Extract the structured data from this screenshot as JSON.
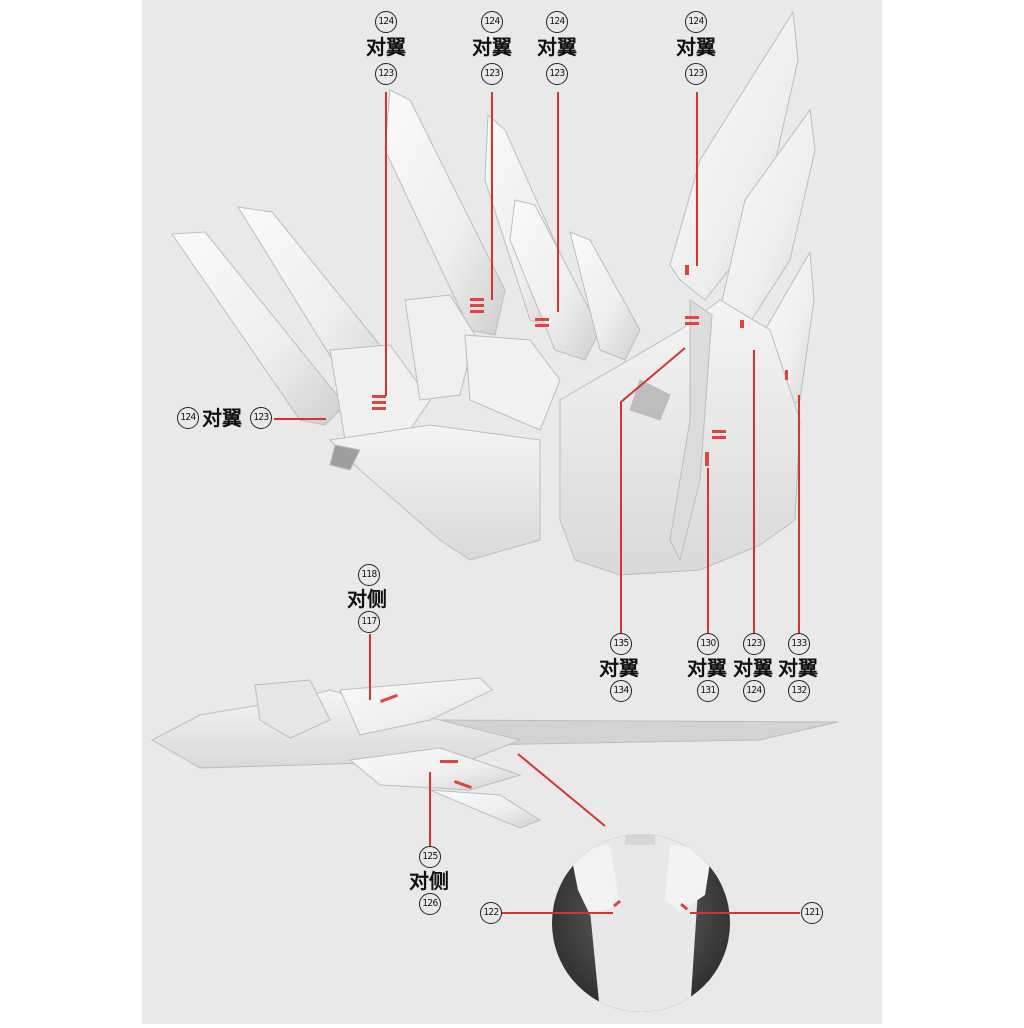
{
  "colors": {
    "background": "#e9e9ea",
    "callout_line": "#d8342c",
    "part": "#f2f2f2",
    "part_shadow": "#c9c9cb",
    "marking": "#e0453b"
  },
  "callouts": [
    {
      "id": "c1",
      "top": "124",
      "word": "对翼",
      "bottom": "123"
    },
    {
      "id": "c2",
      "top": "124",
      "word": "对翼",
      "bottom": "123"
    },
    {
      "id": "c3",
      "top": "124",
      "word": "对翼",
      "bottom": "123"
    },
    {
      "id": "c4",
      "top": "124",
      "word": "对翼",
      "bottom": "123"
    },
    {
      "id": "c5",
      "top": "124",
      "word": "对翼",
      "bottom": "123"
    },
    {
      "id": "c6",
      "top": "135",
      "word": "对翼",
      "bottom": "134"
    },
    {
      "id": "c7",
      "top": "130",
      "word": "对翼",
      "bottom": "131"
    },
    {
      "id": "c8",
      "top": "123",
      "word": "对翼",
      "bottom": "124"
    },
    {
      "id": "c9",
      "top": "133",
      "word": "对翼",
      "bottom": "132"
    },
    {
      "id": "c10",
      "top": "118",
      "word": "对侧",
      "bottom": "117"
    },
    {
      "id": "c11",
      "top": "125",
      "word": "对侧",
      "bottom": "126"
    }
  ],
  "single_labels": [
    {
      "id": "s1",
      "text": "122"
    },
    {
      "id": "s2",
      "text": "121"
    }
  ]
}
